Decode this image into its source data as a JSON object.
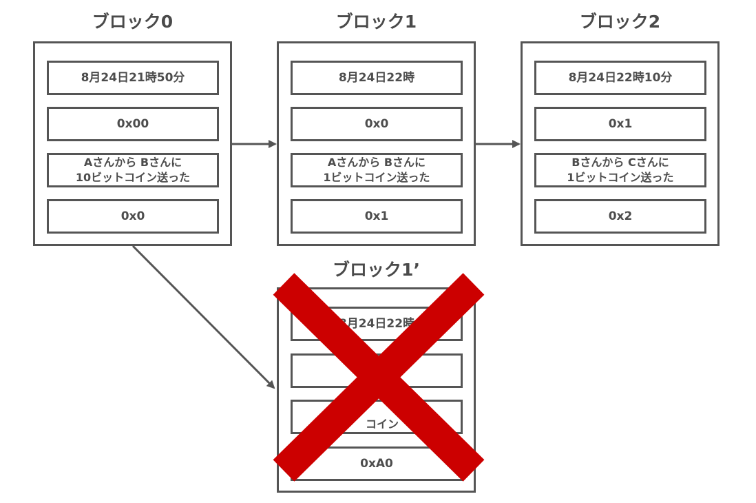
{
  "blocks": [
    {
      "title": "ブロック0",
      "timestamp": "8月24日21時50分",
      "prev_hash": "0x00",
      "transaction": "Aさんから Bさんに\n10ビットコイン送った",
      "hash": "0x0"
    },
    {
      "title": "ブロック1",
      "timestamp": "8月24日22時",
      "prev_hash": "0x0",
      "transaction": "Aさんから Bさんに\n1ビットコイン送った",
      "hash": "0x1"
    },
    {
      "title": "ブロック2",
      "timestamp": "8月24日22時10分",
      "prev_hash": "0x1",
      "transaction": "Bさんから Cさんに\n1ビットコイン送った",
      "hash": "0x2"
    },
    {
      "title": "ブロック1’",
      "timestamp": "8月24日22時",
      "prev_hash": "",
      "transaction": "Aさん　　　さんに\n　コイン　　",
      "hash": "0xA0",
      "rejected": true
    }
  ],
  "colors": {
    "border": "#555555",
    "arrow": "#555555",
    "reject_cross": "#cc0000",
    "text": "#4d4d4d"
  },
  "icons": {
    "reject_mark": "red-x-cross-icon"
  }
}
